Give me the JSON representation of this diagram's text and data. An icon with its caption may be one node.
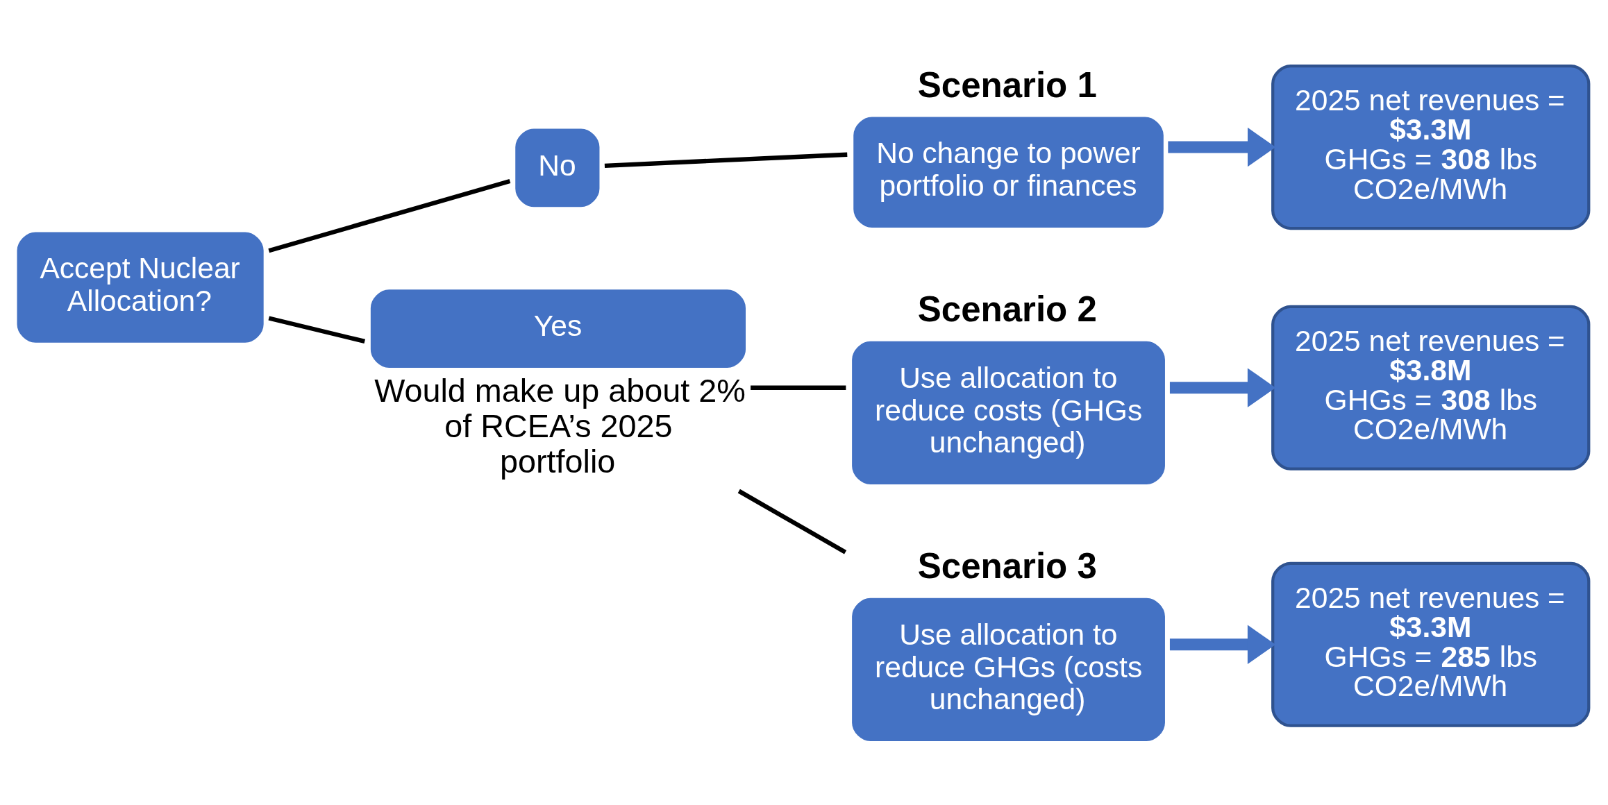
{
  "diagram": {
    "nodes": [
      {
        "text": [
          "Accept Nuclear Allocation?"
        ]
      },
      {
        "text": [
          "No"
        ]
      },
      {
        "text": [
          "Yes"
        ],
        "beside": [
          "Would make up about 2% of RCEA’s 2025 portfolio"
        ]
      },
      {
        "text": [
          "Scenario 1",
          "No change to power portfolio or finances"
        ]
      },
      {
        "text": [
          "2025 net revenues = **$3.3M**",
          "GHGs = **308** lbs CO2e/MWh"
        ]
      },
      {
        "text": [
          "Scenario 2",
          "Use allocation to reduce costs (GHGs unchanged)"
        ]
      },
      {
        "text": [
          "2025 net revenues = **$3.8M**",
          "GHGs = **308** lbs CO2e/MWh"
        ]
      },
      {
        "text": [
          "Scenario 3",
          "Use allocation to reduce GHGs (costs unchanged)"
        ]
      },
      {
        "text": [
          "2025 net revenues = **$3.3M**",
          "GHGs = **285** lbs CO2e/MWh"
        ]
      }
    ],
    "edges": [
      {
        "from": 0,
        "to": 1,
        "arrow": "none"
      },
      {
        "from": 0,
        "to": 2,
        "arrow": "none"
      },
      {
        "from": 1,
        "to": 3,
        "arrow": "none"
      },
      {
        "from": 2,
        "to": 5,
        "arrow": "none"
      },
      {
        "from": 2,
        "to": 7,
        "arrow": "none"
      },
      {
        "from": 3,
        "to": 4,
        "arrow": "to",
        "style": "thick",
        "color": "#4472c4"
      },
      {
        "from": 5,
        "to": 6,
        "arrow": "to",
        "style": "thick",
        "color": "#4472c4"
      },
      {
        "from": 7,
        "to": 8,
        "arrow": "to",
        "style": "thick",
        "color": "#4472c4"
      }
    ]
  }
}
